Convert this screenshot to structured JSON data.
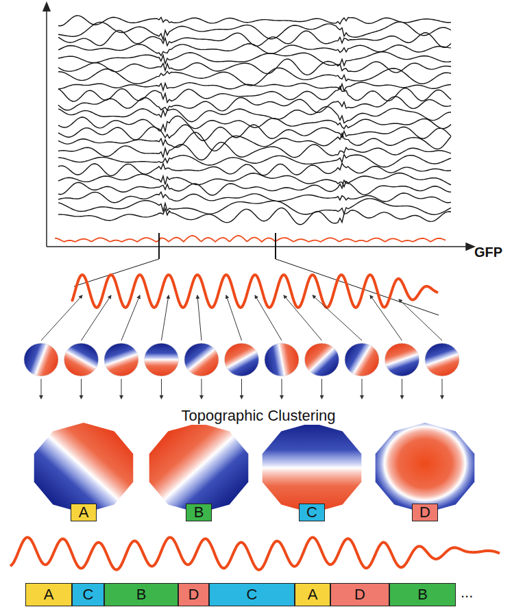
{
  "diagram": {
    "nodes": [
      {
        "text": [
          "A"
        ]
      },
      {
        "text": [
          "B"
        ]
      },
      {
        "text": [
          "C"
        ]
      },
      {
        "text": [
          "D"
        ]
      },
      {
        "text": [
          "A"
        ]
      },
      {
        "text": [
          "C"
        ]
      },
      {
        "text": [
          "B"
        ]
      },
      {
        "text": [
          "D"
        ]
      },
      {
        "text": [
          "C"
        ]
      },
      {
        "text": [
          "A"
        ]
      },
      {
        "text": [
          "D"
        ]
      },
      {
        "text": [
          "B"
        ]
      }
    ],
    "labels": [
      "GFP",
      "Topographic Clustering",
      "..."
    ]
  }
}
